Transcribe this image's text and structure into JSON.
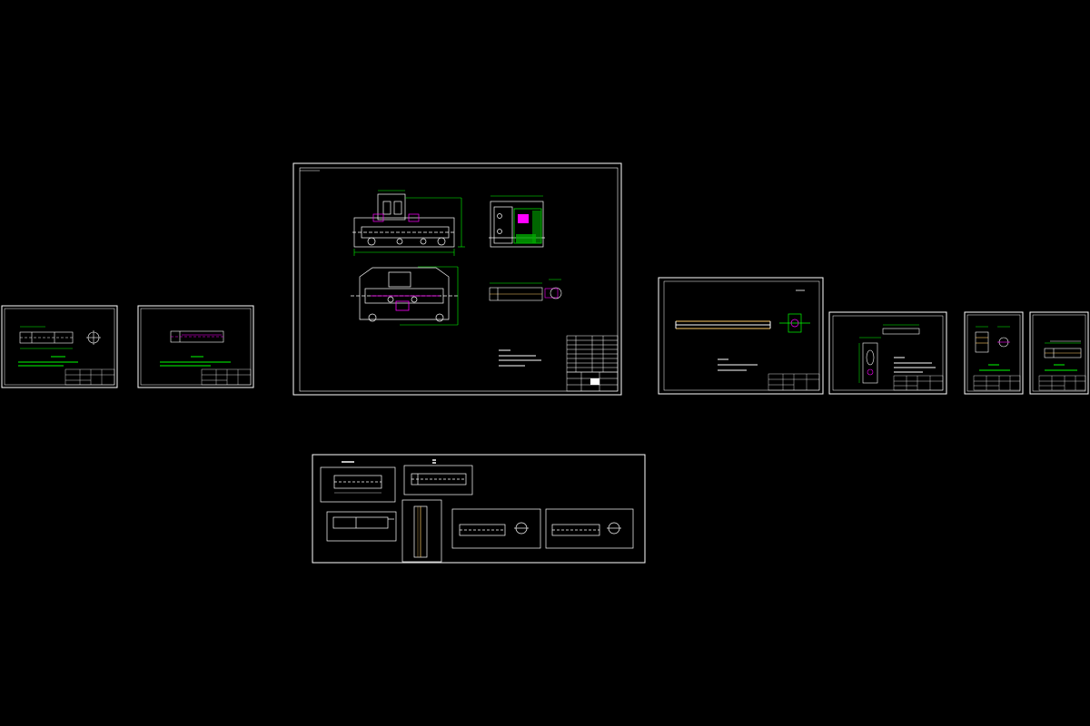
{
  "viewer": {
    "background": "#000000",
    "line_color": "#ffffff",
    "accent_colors": {
      "dimension": "#00ff00",
      "highlight": "#ff00ff",
      "hatch": "#ffff66",
      "section": "#ff3333"
    }
  },
  "sheets": [
    {
      "id": "part-drawing-1",
      "kind": "part"
    },
    {
      "id": "part-drawing-2",
      "kind": "part"
    },
    {
      "id": "main-assembly",
      "kind": "assembly"
    },
    {
      "id": "part-drawing-3",
      "kind": "part"
    },
    {
      "id": "part-drawing-4",
      "kind": "part"
    },
    {
      "id": "part-drawing-5",
      "kind": "part"
    },
    {
      "id": "part-drawing-6",
      "kind": "part"
    },
    {
      "id": "process-card",
      "kind": "layout"
    }
  ]
}
